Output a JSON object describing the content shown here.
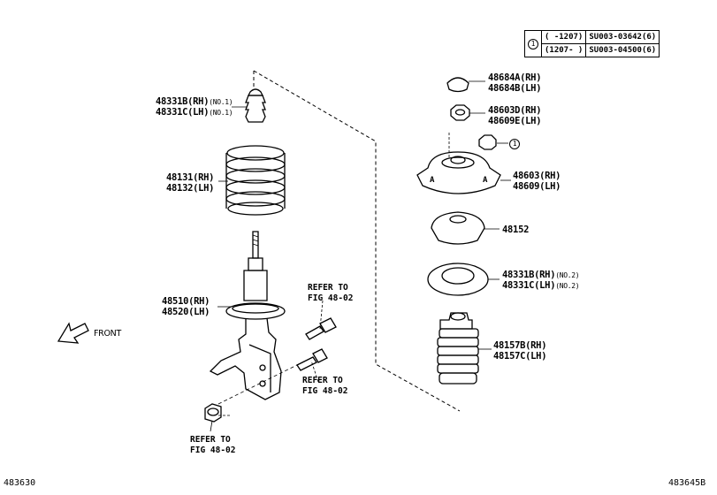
{
  "note_table": {
    "marker": "1",
    "rows": [
      {
        "range": "(     -1207)",
        "part": "SU003-03642(6)"
      },
      {
        "range": "(1207-     )",
        "part": "SU003-04500(6)"
      }
    ]
  },
  "labels": {
    "bumper_upper_rh": "48331B(RH)",
    "bumper_upper_rh_note": "(NO.1)",
    "bumper_upper_lh": "48331C(LH)",
    "bumper_upper_lh_note": "(NO.1)",
    "spring_rh": "48131(RH)",
    "spring_lh": "48132(LH)",
    "strut_rh": "48510(RH)",
    "strut_lh": "48520(LH)",
    "cap_rh": "48684A(RH)",
    "cap_lh": "48684B(LH)",
    "nut_rh": "48603D(RH)",
    "nut_lh": "48609E(LH)",
    "mount_rh": "48603(RH)",
    "mount_lh": "48609(LH)",
    "seat": "48152",
    "bumper_lower_rh": "48331B(RH)",
    "bumper_lower_rh_note": "(NO.2)",
    "bumper_lower_lh": "48331C(LH)",
    "bumper_lower_lh_note": "(NO.2)",
    "boot_rh": "48157B(RH)",
    "boot_lh": "48157C(LH)",
    "mount_nut_marker": "1",
    "mount_letter_a": "A"
  },
  "refer": [
    {
      "line1": "REFER TO",
      "line2": "FIG 48-02"
    },
    {
      "line1": "REFER TO",
      "line2": "FIG 48-02"
    },
    {
      "line1": "REFER TO",
      "line2": "FIG 48-02"
    }
  ],
  "front": "FRONT",
  "corner_left": "483630",
  "corner_right": "483645B"
}
